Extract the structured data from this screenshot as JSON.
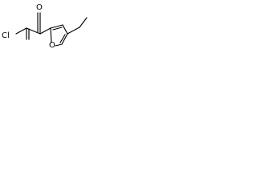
{
  "structure": {
    "atoms": {
      "acyl_chlorine": "Cl",
      "ketone_oxygen": "O",
      "ring_oxygen": "O"
    },
    "line_color": "#000000",
    "background": "#ffffff"
  }
}
